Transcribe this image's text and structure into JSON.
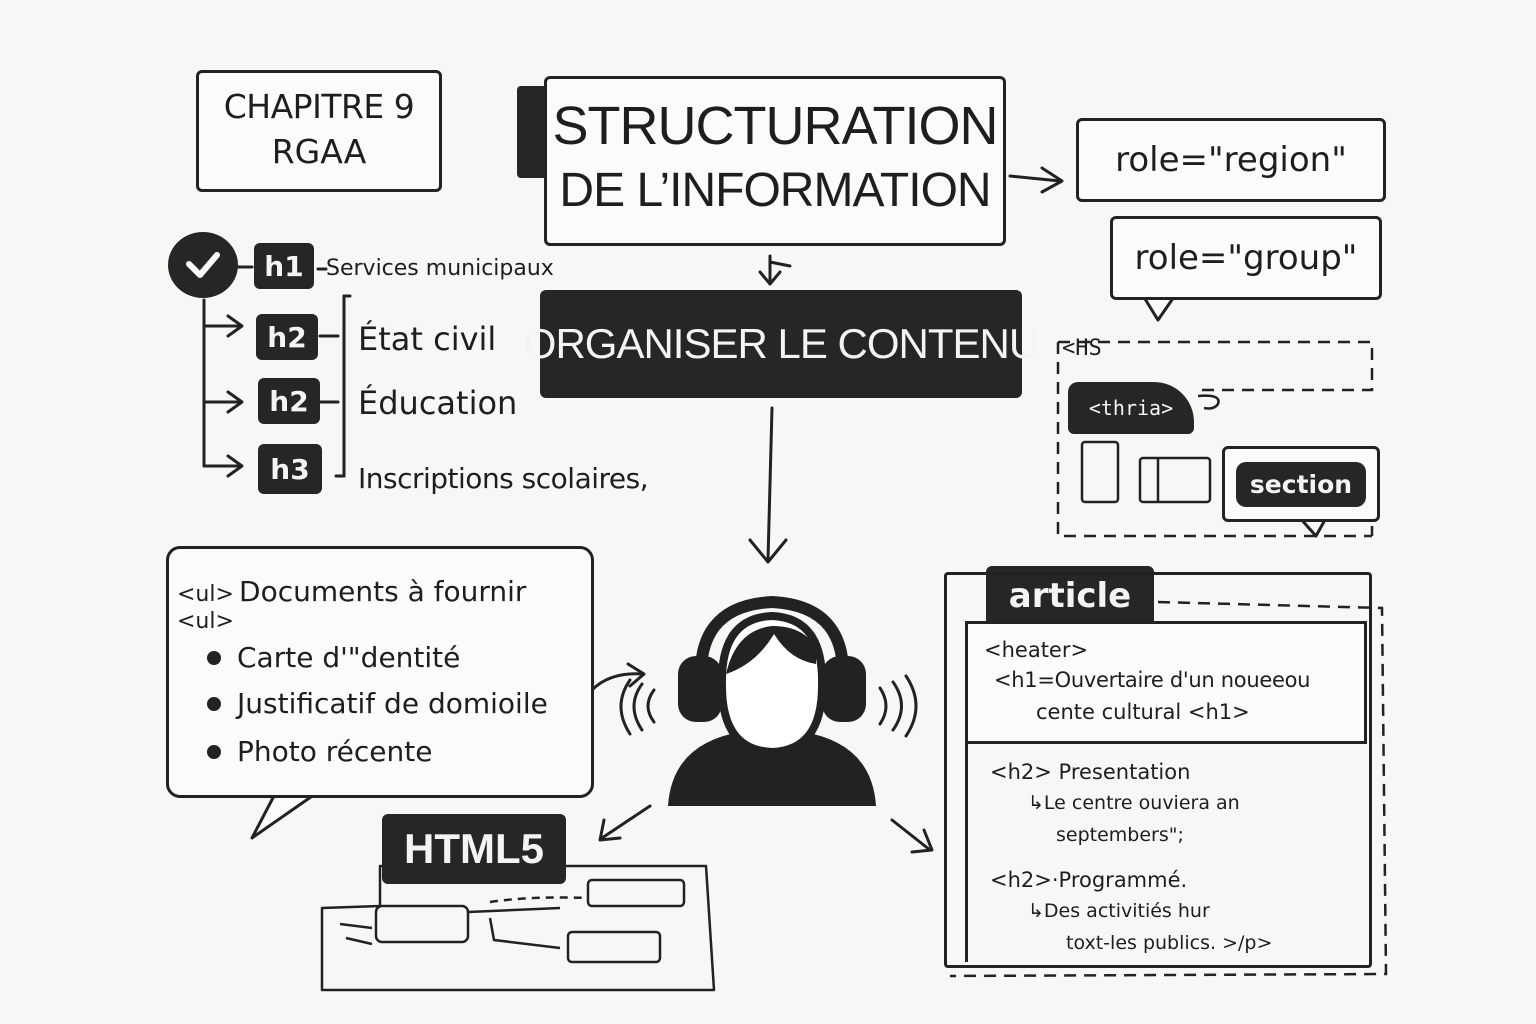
{
  "chapter": {
    "line1": "CHAPITRE 9",
    "line2": "RGAA"
  },
  "title": {
    "line1": "STRUCTURATION",
    "line2": "DE L’INFORMATION"
  },
  "roles": {
    "region": "role=\"region\"",
    "group": "role=\"group\""
  },
  "organise": "ORGANISER LE CONTENU",
  "headings": [
    {
      "tag": "h1",
      "label": "Services municipaux"
    },
    {
      "tag": "h2",
      "label": "État civil"
    },
    {
      "tag": "h2",
      "label": "Éducation"
    },
    {
      "tag": "h3",
      "label": "Inscriptions scolaires,"
    }
  ],
  "landmarks": {
    "hs": "<HS",
    "thria": "<thria>",
    "section": "section"
  },
  "list": {
    "line1_tag": "<ul>",
    "line1_text": "Documents à fournir",
    "line2_tag": "<ul>",
    "items": [
      "Carte d'\"dentité",
      "Justificatif de domioile",
      "Photo récente"
    ]
  },
  "html5": "HTML5",
  "article": {
    "tag": "article",
    "header": "<heater>",
    "h1_line1": "<h1=Ouvertaire d'un noueeou",
    "h1_line2": "cente cultural <h1>",
    "sec1_head": "<h2> Presentation",
    "sec1_line1": "↳Le centre ouviera an",
    "sec1_line2": "septembers\";",
    "sec2_head": "<h2>·Programmé.",
    "sec2_line1": "↳Des activitiés hur",
    "sec2_line2": "toxt-les publics. >/p>"
  },
  "icons": {
    "check": "check-icon",
    "listener": "headphones-user-icon"
  }
}
